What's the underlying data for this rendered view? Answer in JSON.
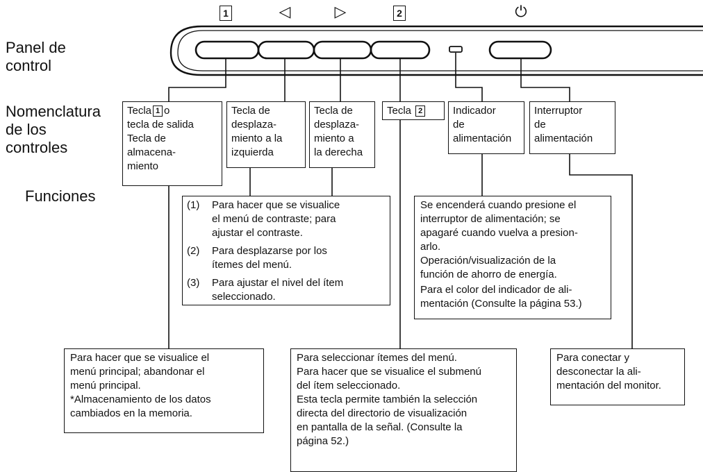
{
  "symbols": {
    "key1": "1",
    "left": "◁",
    "right": "▷",
    "key2": "2",
    "power": "⏻"
  },
  "row_labels": {
    "panel": "Panel de\ncontrol",
    "nomenclature": "Nomenclatura\nde los\ncontroles",
    "functions": "Funciones"
  },
  "controls": {
    "key1_pre": "Tecla",
    "key1_sym": "1",
    "key1_post": "o\ntecla de salida\nTecla de\nalmacena-\nmiento",
    "left_key": "Tecla de\ndesplaza-\nmiento a la\nizquierda",
    "right_key": "Tecla de\ndesplaza-\nmiento a\nla derecha",
    "key2_pre": "Tecla",
    "key2_sym": "2",
    "indicator": "Indicador\nde\nalimentación",
    "switch": "Interruptor\nde\nalimentación"
  },
  "functions": {
    "arrows": [
      {
        "num": "(1)",
        "text": "Para hacer que se visualice\nel menú de contraste; para\najustar el contraste."
      },
      {
        "num": "(2)",
        "text": "Para desplazarse por los\nítemes del menú."
      },
      {
        "num": "(3)",
        "text": "Para ajustar el nivel del ítem\nseleccionado."
      }
    ],
    "indicator": [
      "Se encenderá cuando presione el\ninterruptor de alimentación; se\napagaré cuando vuelva a presion-\narlo.",
      "Operación/visualización de la\nfunción de ahorro de energía.",
      "Para el color del indicador de ali-\nmentación (Consulte la página 53.)"
    ],
    "key1": [
      "Para hacer que se visualice el\nmenú principal; abandonar el\nmenú principal.",
      "*Almacenamiento de los datos\n cambiados en la memoria."
    ],
    "key2": [
      "Para seleccionar ítemes del menú.",
      "Para hacer que se visualice el submenú\ndel ítem seleccionado.",
      " Esta tecla permite también la selección\n directa del directorio de visualización\n en pantalla de la señal.  (Consulte la\n página 52.)"
    ],
    "switch": "Para conectar y\ndesconectar la ali-\nmentación del monitor."
  }
}
